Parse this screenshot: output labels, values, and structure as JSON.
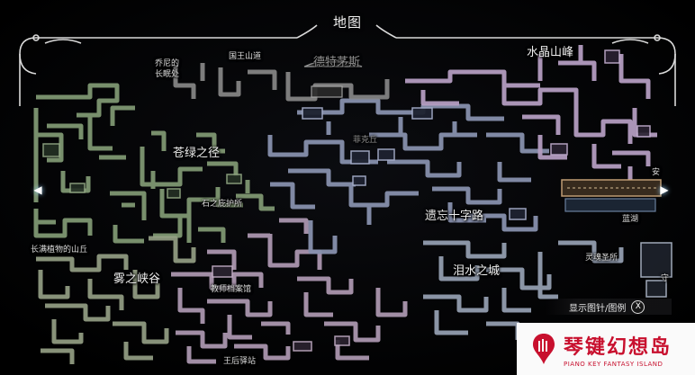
{
  "title": "地图",
  "regions": [
    {
      "id": "kings-pass",
      "text": "国王山道",
      "size": "small"
    },
    {
      "id": "dirtmouth",
      "text": "德特茅斯",
      "size": "big",
      "dim": true
    },
    {
      "id": "crystal-peak",
      "text": "水晶山峰",
      "size": "big"
    },
    {
      "id": "stag-station-1",
      "text": "乔尼的",
      "size": "small"
    },
    {
      "id": "stag-station-2",
      "text": "长眠处",
      "size": "small"
    },
    {
      "id": "greenpath",
      "text": "苍绿之径",
      "size": "big"
    },
    {
      "id": "lake-of-unn",
      "text": "石之庇护所",
      "size": "small"
    },
    {
      "id": "fungal-wastes",
      "text": "长满植物的山丘",
      "size": "small"
    },
    {
      "id": "fog-canyon",
      "text": "雾之峡谷",
      "size": "big"
    },
    {
      "id": "teachers-archives",
      "text": "教师档案馆",
      "size": "small"
    },
    {
      "id": "forgotten-crossroads",
      "text": "遗忘十字路",
      "size": "big"
    },
    {
      "id": "city-of-tears",
      "text": "泪水之城",
      "size": "big"
    },
    {
      "id": "soul-sanctum",
      "text": "灵魂圣所",
      "size": "small"
    },
    {
      "id": "queens-station",
      "text": "王后驿站",
      "size": "small"
    },
    {
      "id": "blue-lake",
      "text": "蓝湖",
      "size": "small"
    },
    {
      "id": "resting-grounds",
      "text": "安",
      "size": "small"
    },
    {
      "id": "watchers",
      "text": "守",
      "size": "small"
    },
    {
      "id": "crossroads-small",
      "text": "菲克丘",
      "size": "small",
      "dim": true
    }
  ],
  "legend": {
    "label": "显示图针/图例",
    "button": "X"
  },
  "nav": {
    "left_arrow": "◀",
    "right_arrow": "▶"
  },
  "watermark": {
    "cn": "琴键幻想岛",
    "en": "PIANO KEY FANTASY ISLAND",
    "color": "#c8102e"
  },
  "colors": {
    "greenpath": "#8aa07a",
    "crossroads": "#8b93b4",
    "city": "#9aa6b8",
    "crystal": "#b8a1c4",
    "fog": "#b9a3bd",
    "fungal": "#9fac8c",
    "blue_lake": "#c8a579",
    "frame": "#e8e8e8"
  }
}
